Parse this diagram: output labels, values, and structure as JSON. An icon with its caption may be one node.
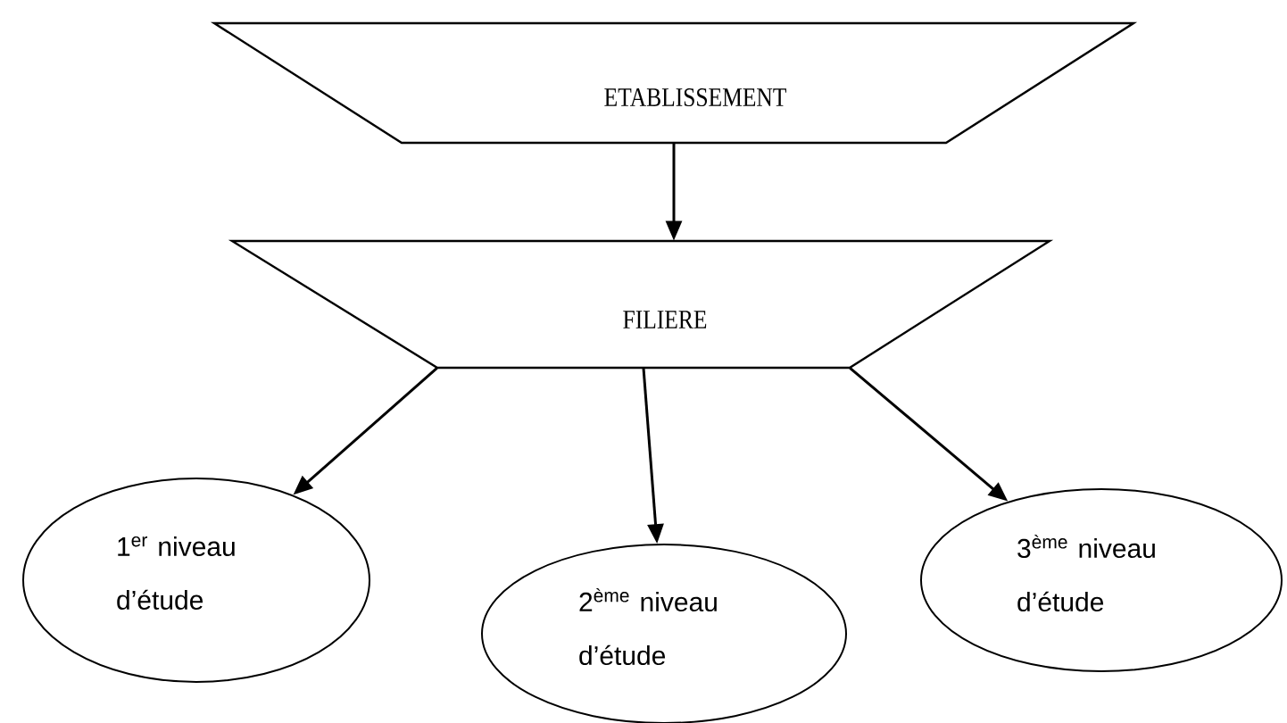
{
  "diagram": {
    "nodes": [
      {
        "text": [
          "ETABLISSEMENT"
        ]
      },
      {
        "text": [
          "FILIERE"
        ]
      },
      {
        "text": [
          "1$^{er}$ niveau d’étude"
        ]
      },
      {
        "text": [
          "2$^{ème}$ niveau d’étude"
        ]
      },
      {
        "text": [
          "3$^{ème}$ niveau d’étude"
        ]
      }
    ],
    "edges": [
      {
        "from": 0,
        "to": 1,
        "arrow": "to"
      },
      {
        "from": 1,
        "to": 2,
        "arrow": "to"
      },
      {
        "from": 1,
        "to": 3,
        "arrow": "to"
      },
      {
        "from": 1,
        "to": 4,
        "arrow": "to"
      }
    ]
  }
}
